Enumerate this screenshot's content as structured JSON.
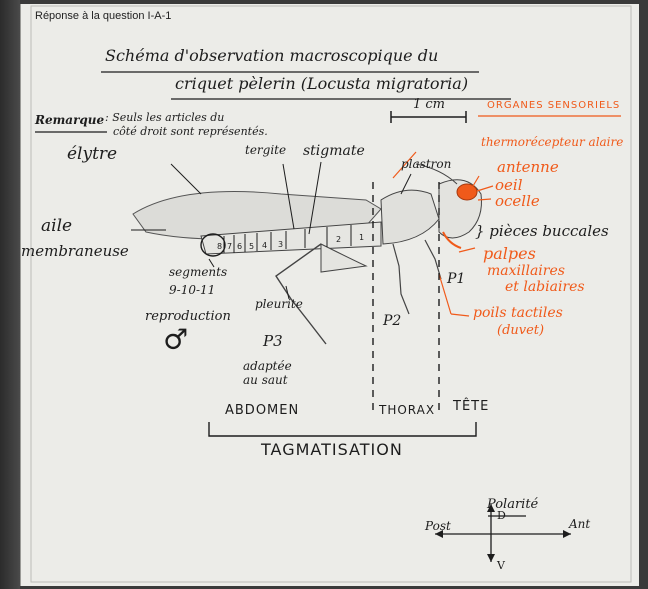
{
  "header": {
    "question": "Réponse à la question I-A-1"
  },
  "title": {
    "line1": "Schéma d'observation macroscopique du",
    "line2": "criquet pèlerin (Locusta migratoria)"
  },
  "remark": {
    "label": "Remarque",
    "line1": ": Seuls les articles du",
    "line2": "côté droit sont représentés."
  },
  "scale": {
    "label": "1 cm"
  },
  "labels_black": {
    "elytre": "élytre",
    "tergite": "tergite",
    "stigmate": "stigmate",
    "plastron": "plastron",
    "aile1": "aile",
    "aile2": "membraneuse",
    "segments1": "segments",
    "segments2": "9-10-11",
    "reproduction": "reproduction",
    "male_symbol": "♂",
    "pleurite": "pleurite",
    "p3": "P3",
    "adaptee1": "adaptée",
    "adaptee2": "au saut",
    "p2": "P2",
    "p1": "P1",
    "pieces_buccales": "} pièces buccales",
    "segment_numbers": [
      "8",
      "7",
      "6",
      "5",
      "4",
      "3",
      "2",
      "1"
    ]
  },
  "labels_orange": {
    "organes": "ORGANES SENSORIELS",
    "thermorecepteur": "thermorécepteur alaire",
    "antenne": "antenne",
    "oeil": "oeil",
    "ocelle": "ocelle",
    "palpes1": "palpes",
    "palpes2": "maxillaires",
    "palpes3": "et labiaires",
    "poils1": "poils tactiles",
    "poils2": "(duvet)"
  },
  "tagmata": {
    "abdomen": "ABDOMEN",
    "thorax": "THORAX",
    "tete": "TÊTE",
    "tagmatisation": "TAGMATISATION"
  },
  "polarity": {
    "title": "Polarité",
    "posterior": "Post",
    "anterior": "Ant",
    "dorsal": "D",
    "ventral": "V"
  },
  "colors": {
    "ink": "#1d1d1d",
    "orange": "#f05a1a",
    "paper": "#ecece8"
  }
}
